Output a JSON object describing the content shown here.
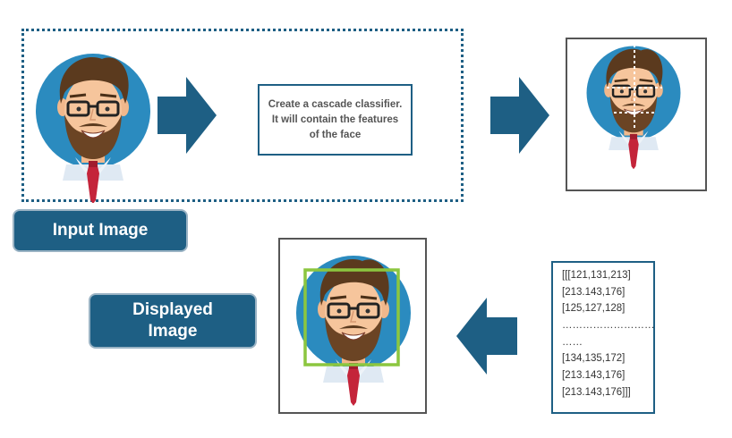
{
  "steps": {
    "classifier_text": "Create a cascade classifier. It will contain the features of the face",
    "input_label": "Input Image",
    "displayed_label_line1": "Displayed",
    "displayed_label_line2": "Image"
  },
  "matrix": {
    "rows": [
      "[[[121,131,213]",
      "[213.143,176]",
      "[125,127,128]",
      "………………………",
      "……",
      "[134,135,172]",
      "[213.143,176]",
      "[213.143,176]]]"
    ]
  },
  "colors": {
    "accent": "#1e5f84",
    "face_box": "#8cc63f",
    "tie": "#c4243a"
  }
}
